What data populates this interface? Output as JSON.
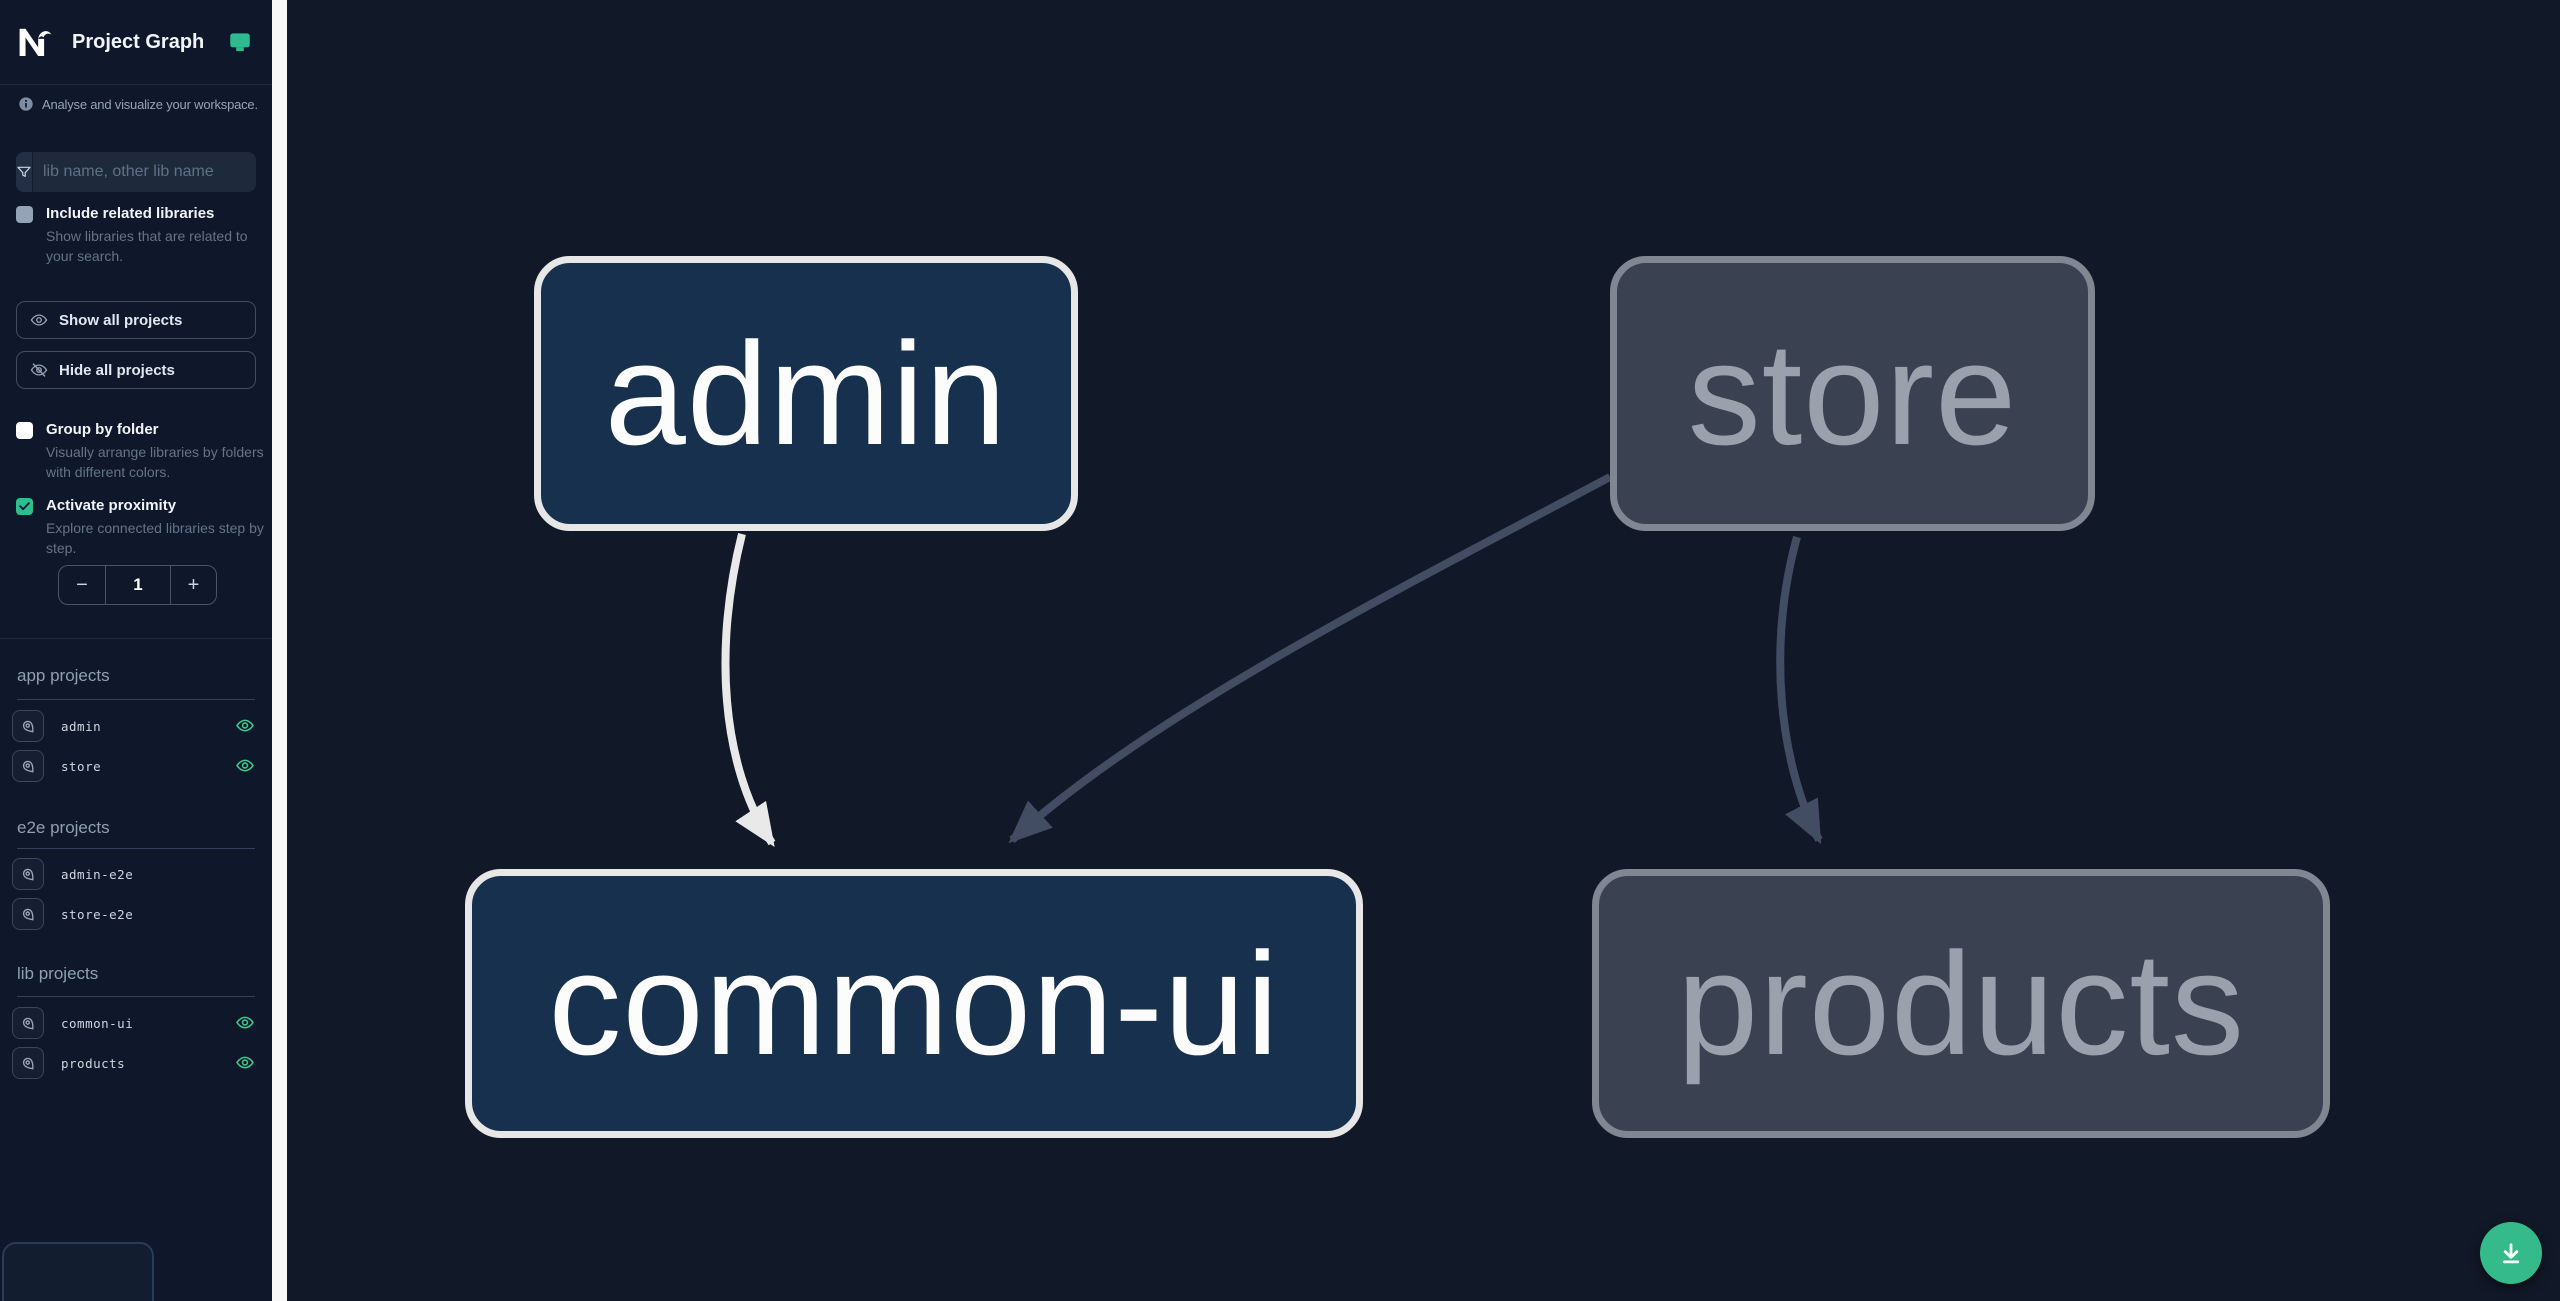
{
  "header": {
    "title": "Project Graph",
    "logo_icon": "nx-logo",
    "screen_icon": "monitor-icon"
  },
  "sidebar": {
    "tagline": "Analyse and visualize your workspace.",
    "filter_placeholder": "lib name, other lib name",
    "include_related": {
      "label": "Include related libraries",
      "description": "Show libraries that are related to your search.",
      "checked": false
    },
    "show_all_label": "Show all projects",
    "hide_all_label": "Hide all projects",
    "group_by_folder": {
      "label": "Group by folder",
      "description": "Visually arrange libraries by folders with different colors.",
      "checked": false
    },
    "activate_proximity": {
      "label": "Activate proximity",
      "description": "Explore connected libraries step by step.",
      "checked": true
    },
    "proximity_stepper": {
      "decrement_label": "−",
      "value": "1",
      "increment_label": "+"
    },
    "sections": [
      {
        "title": "app projects",
        "items": [
          {
            "name": "admin",
            "visible": true
          },
          {
            "name": "store",
            "visible": true
          }
        ]
      },
      {
        "title": "e2e projects",
        "items": [
          {
            "name": "admin-e2e",
            "visible": false
          },
          {
            "name": "store-e2e",
            "visible": false
          }
        ]
      },
      {
        "title": "lib projects",
        "items": [
          {
            "name": "common-ui",
            "visible": true
          },
          {
            "name": "products",
            "visible": true
          }
        ]
      }
    ]
  },
  "graph": {
    "nodes": [
      {
        "id": "admin",
        "label": "admin",
        "state": "focused"
      },
      {
        "id": "store",
        "label": "store",
        "state": "faded"
      },
      {
        "id": "common-ui",
        "label": "common-ui",
        "state": "focused"
      },
      {
        "id": "products",
        "label": "products",
        "state": "faded"
      }
    ],
    "edges": [
      {
        "from": "admin",
        "to": "common-ui",
        "state": "focused"
      },
      {
        "from": "store",
        "to": "common-ui",
        "state": "faded"
      },
      {
        "from": "store",
        "to": "products",
        "state": "faded"
      }
    ]
  },
  "fab": {
    "icon": "download-icon"
  },
  "colors": {
    "accent_teal": "#2fbb90",
    "checkbox_checked": "#2fbd8e",
    "eye_visible": "#3bc98a",
    "focused_node_bg": "#17304d",
    "focused_node_border": "#e7e7e7",
    "faded_node_bg": "#3a4150",
    "faded_node_border": "#808692",
    "edge_focused": "#e9e9e9",
    "edge_faded": "#424d63",
    "fab_bg": "#35ba8b",
    "sidebar_bg": "#0f172a",
    "canvas_bg": "#111827"
  }
}
